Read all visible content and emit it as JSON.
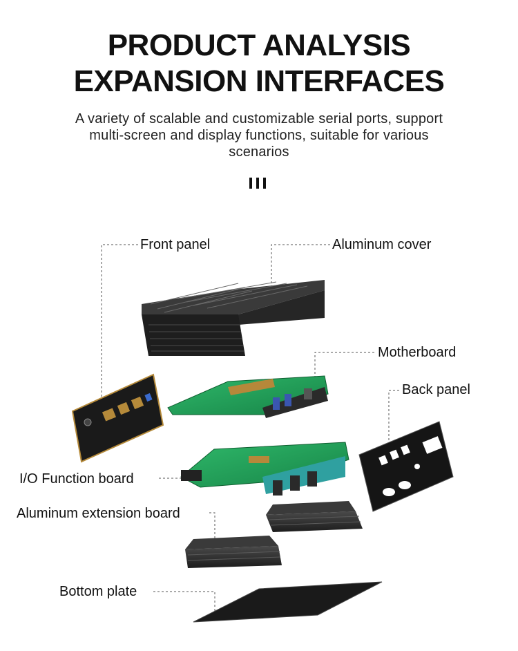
{
  "header": {
    "title_line1": "PRODUCT ANALYSIS",
    "title_line2": "EXPANSION INTERFACES",
    "subtitle_line1": "A variety of scalable and customizable serial ports, support",
    "subtitle_line2": "multi-screen and display functions, suitable for various",
    "subtitle_line3": "scenarios"
  },
  "labels": {
    "front_panel": "Front panel",
    "aluminum_cover": "Aluminum cover",
    "motherboard": "Motherboard",
    "back_panel": "Back panel",
    "io_board": "I/O Function board",
    "extension_board": "Aluminum extension board",
    "bottom_plate": "Bottom plate"
  },
  "colors": {
    "metal_dark": "#2a2a2a",
    "pcb_green": "#1f9a55",
    "panel_gold": "#b58a3a"
  }
}
